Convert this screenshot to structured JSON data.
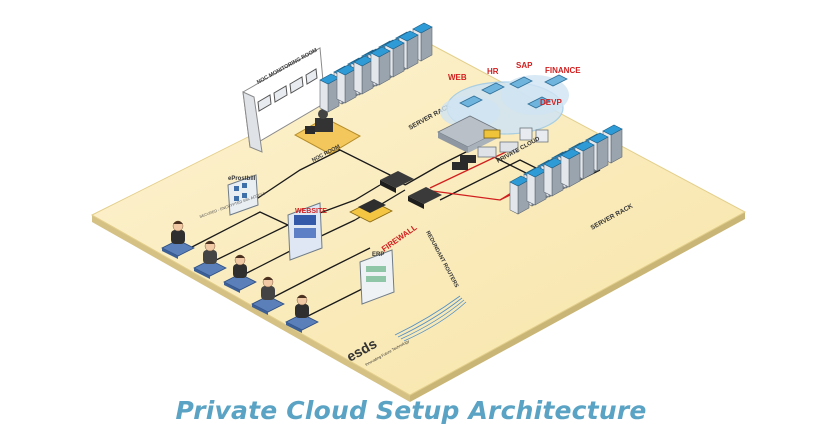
{
  "caption": "Private Cloud Setup Architecture",
  "labels": {
    "noc_monitoring_room": "NOC MONITORING ROOM",
    "noc_room": "NOC ROOM",
    "server_rack_top": "SERVER RACK",
    "server_rack_right": "SERVER RACK",
    "private_cloud": "PRIVATE CLOUD",
    "web": "WEB",
    "hr": "HR",
    "sap": "SAP",
    "finance": "FINANCE",
    "devp": "DEVP",
    "eprostbill": "eProstbill",
    "website": "WEBSITE",
    "erp": "ERP",
    "firewall": "FIREWALL",
    "redundant_routers": "REDUNDANT ROUTERS",
    "secured_encrypted": "SECURED - ENCRYPTED SSL ACCESS",
    "brand": "esds",
    "brand_tagline": "Innovating Future Technology"
  },
  "colors": {
    "caption": "#5aa3c4",
    "label_red": "#d11f1f",
    "floor_top": "#fbeec4",
    "cloud_blue": "#9cc9e8"
  }
}
